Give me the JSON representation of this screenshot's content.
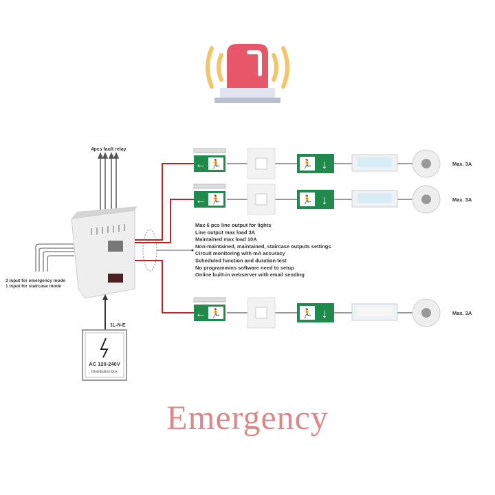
{
  "title": "Emergency",
  "colors": {
    "alarm": "#e8566a",
    "beacon": "#f3c56a",
    "wire": "#b3262a",
    "exit_green": "#1f8a4c"
  },
  "relay_label": "4pcs fault relay",
  "inputs": [
    "3 input for emergency mode",
    "1 input for staircase mode"
  ],
  "power_label": "1L-N-E",
  "distribution": {
    "voltage": "AC 120-240V",
    "name": "Distribution box"
  },
  "features": [
    "Max 6 pcs line output for lights",
    "Line output max load 3A",
    "Maintained max load 10A",
    "Non-maintained, maintained, staircase outputs settings",
    "Circuit monitoring with mA accuracy",
    "Scheduled function and duration test",
    "No programmins software need to setup",
    "Online built-in webserver with email sending"
  ],
  "rows": [
    {
      "max": "Max. 3A"
    },
    {
      "max": "Max. 3A"
    },
    {
      "max": "Max. 3A"
    }
  ]
}
